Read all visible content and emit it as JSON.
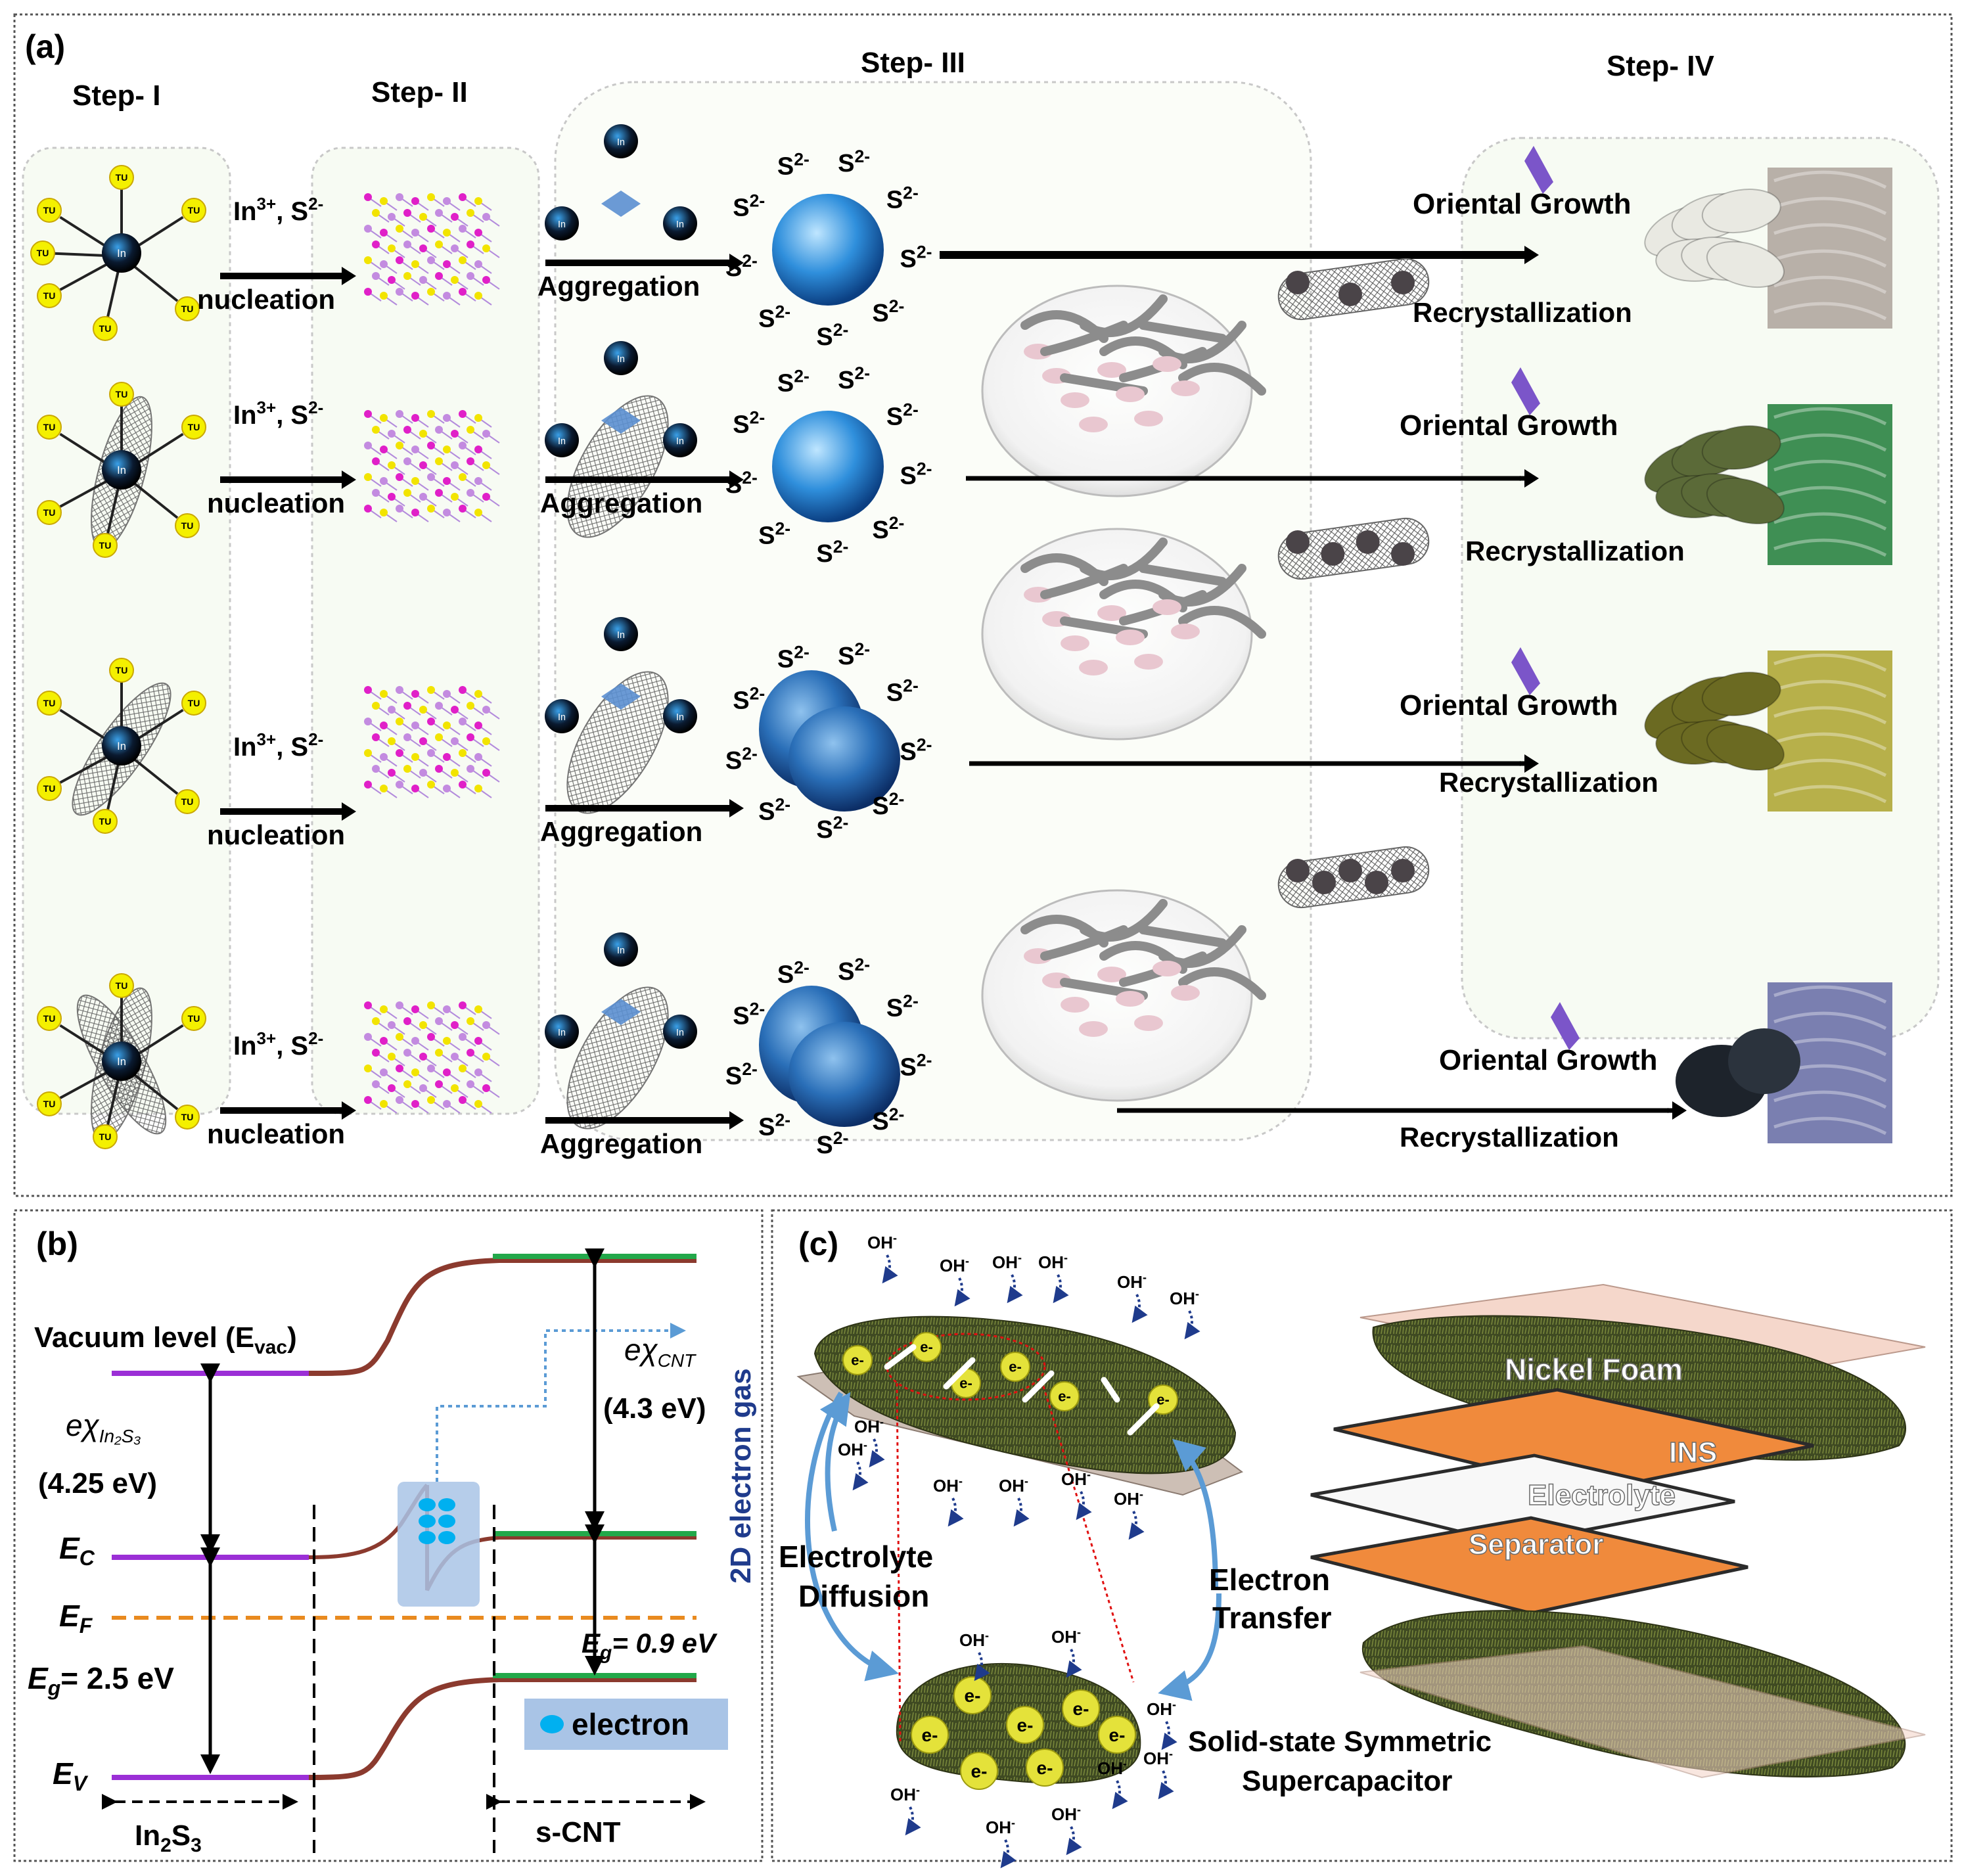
{
  "panel_a": {
    "label": "(a)",
    "steps": [
      "Step- I",
      "Step- II",
      "Step- III",
      "Step- IV"
    ],
    "ion_text": "In",
    "ion_sup": "3+",
    "ion_mid": ", S",
    "ion_sup2": "2-",
    "nucleation": "nucleation",
    "aggregation": "Aggregation",
    "sulfide": "S",
    "sulfide_sup": "2-",
    "oriental_growth": "Oriental Growth",
    "recrystallization": "Recrystallization",
    "tu": "TU",
    "in_atom": "In"
  },
  "panel_b": {
    "label": "(b)",
    "vacuum_text": "Vacuum level (E",
    "vacuum_sub": "vac",
    "vacuum_close": ")",
    "chi_in2s3": "eχ",
    "chi_in2s3_sub": "In₂S₃",
    "chi_in2s3_value": "(4.25 eV)",
    "chi_cnt": "eχ",
    "chi_cnt_sub": "CNT",
    "chi_cnt_value": "(4.3 eV)",
    "ec": "E",
    "ec_sub": "C",
    "ef": "E",
    "ef_sub": "F",
    "ev": "E",
    "ev_sub": "V",
    "eg_left": "E",
    "eg_left_sub": "g",
    "eg_left_value": "= 2.5 eV",
    "eg_right": "E",
    "eg_right_sub": "g",
    "eg_right_value": "= 0.9 eV",
    "electron_gas": "2D electron gas",
    "electron_legend": "electron",
    "in2s3": "In",
    "in2s3_sub1": "2",
    "in2s3_mid": "S",
    "in2s3_sub2": "3",
    "scnt": "s-CNT"
  },
  "panel_c": {
    "label": "(c)",
    "oh": "OH",
    "oh_sup": "-",
    "electron": "e-",
    "electrolyte_diffusion": [
      "Electrolyte",
      "Diffusion"
    ],
    "electron_transfer": [
      "Electron",
      "Transfer"
    ],
    "nickel_foam": "Nickel Foam",
    "ins": "INS",
    "electrolyte": "Electrolyte",
    "separator": "Separator",
    "device": [
      "Solid-state Symmetric",
      "Supercapacitor"
    ]
  },
  "colors": {
    "purple_band": "#9b2fd6",
    "brown_band": "#8b3a2e",
    "green_band": "#22a84a",
    "fermi_orange": "#e98a1f",
    "arrow_blue": "#5b9bd5",
    "electron_gas_blue": "#1f3b8c",
    "tu_yellow": "#f4f000",
    "s_magenta": "#e020c8"
  }
}
